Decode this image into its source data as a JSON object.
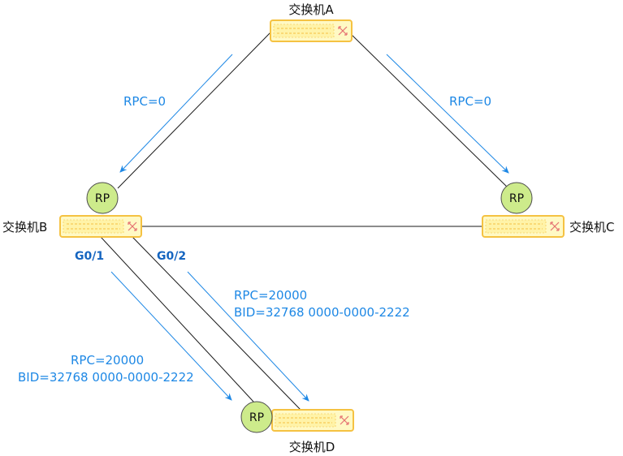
{
  "colors": {
    "link": "#1a1a1a",
    "arrow": "#1e88e5",
    "annotation": "#1e88e5",
    "port_label": "#1565c0",
    "switch_fill": "#fff9c4",
    "switch_border": "#f5c242",
    "rp_fill": "#cdeb8b",
    "rp_border": "#4d4d4d",
    "text": "#111111"
  },
  "switches": {
    "a": {
      "label": "交换机A"
    },
    "b": {
      "label": "交换机B"
    },
    "c": {
      "label": "交换机C"
    },
    "d": {
      "label": "交换机D"
    }
  },
  "root_ports": {
    "b": {
      "label": "RP"
    },
    "c": {
      "label": "RP"
    },
    "d": {
      "label": "RP"
    }
  },
  "ports": {
    "g01": "G0/1",
    "g02": "G0/2"
  },
  "annotations": {
    "a_to_b": {
      "line1": "RPC=0"
    },
    "a_to_c": {
      "line1": "RPC=0"
    },
    "b_g02": {
      "line1": "RPC=20000",
      "line2": "BID=32768 0000-0000-2222"
    },
    "b_g01": {
      "line1": "RPC=20000",
      "line2": "BID=32768 0000-0000-2222"
    }
  }
}
